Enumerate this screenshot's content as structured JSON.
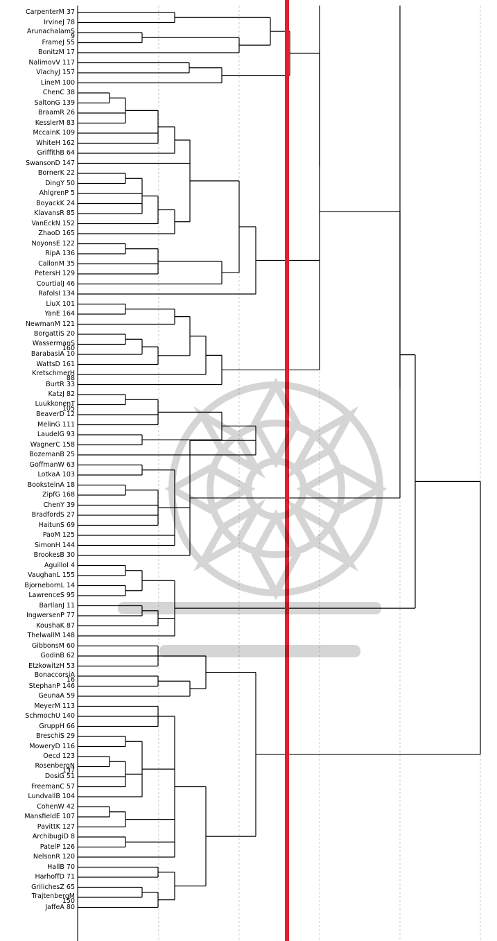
{
  "dendrogram": {
    "leaves": [
      "CarpenterM 37",
      "IrvineJ 78",
      "ArunachalamS\n9",
      "FrameJ 55",
      "BonitzM 17",
      "NalimovV 117",
      "VlachyJ 157",
      "LineM 100",
      "ChenC 38",
      "SaltonG 139",
      "BraamR 26",
      "KesslerM 83",
      "MccainK 109",
      "WhiteH 162",
      "GriffithB 64",
      "SwansonD 147",
      "BornerK 22",
      "DingY 50",
      "AhlgrenP 5",
      "BoyackK 24",
      "KlavansR 85",
      "VanEckN 152",
      "ZhaoD 165",
      "NoyonsE 122",
      "RipA 136",
      "CallonM 35",
      "PetersH 129",
      "CourtialJ 46",
      "RafolsI 134",
      "LiuX 101",
      "YanE 164",
      "NewmanM 121",
      "BorgattiS 20",
      "WassermanS\n160",
      "BarabasiA 10",
      "WattsD 161",
      "KretschmerH\n88",
      "BurtR 33",
      "KatzJ 82",
      "LuukkonenT\n105",
      "BeaverD 12",
      "MelinG 111",
      "LaudelG 93",
      "WagnerC 158",
      "BozemanB 25",
      "GoffmanW 63",
      "LotkaA 103",
      "BooksteinA 18",
      "ZipfG 168",
      "ChenY 39",
      "BradfordS 27",
      "HaitunS 69",
      "PaoM 125",
      "SimonH 144",
      "BrookesB 30",
      "AguilloI 4",
      "VaughanL 155",
      "BjornebornL 14",
      "LawrenceS 95",
      "BarIlanJ 11",
      "IngwersenP 77",
      "KoushaK 87",
      "ThelwallM 148",
      "GibbonsM 60",
      "GodinB 62",
      "EtzkowitzH 53",
      "BonaccorsiA\n16",
      "StephanP 146",
      "GeunaA 59",
      "MeyerM 113",
      "SchmochU 140",
      "GruppH 66",
      "BreschiS 29",
      "MoweryD 116",
      "Oecd 123",
      "RosenbergN\n137",
      "DosiG 51",
      "FreemanC 57",
      "LundvallB 104",
      "CohenW 42",
      "MansfieldE 107",
      "PavittK 127",
      "ArchibugiD 8",
      "PatelP 126",
      "NelsonR 120",
      "HallB 70",
      "HarhoffD 71",
      "GrilichesZ 65",
      "TrajtenbergM\n150",
      "JaffeA 80"
    ]
  },
  "colors": {
    "cut_line": "#e0202a",
    "tree_line": "#000000",
    "grid_line": "#c8c8c8",
    "axis_line": "#444444"
  }
}
